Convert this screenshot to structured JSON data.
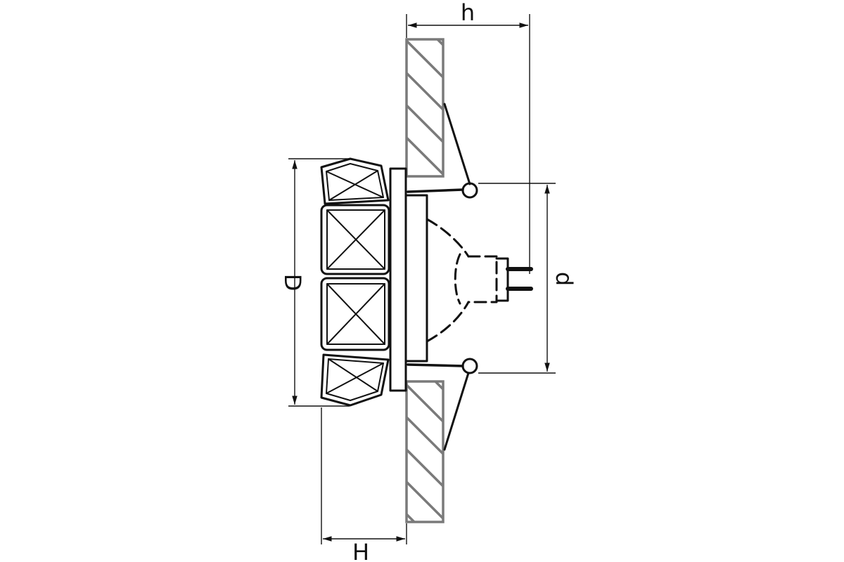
{
  "diagram": {
    "labels": {
      "h": "h",
      "D": "D",
      "d": "d",
      "H": "H"
    },
    "colors": {
      "ink": "#111111",
      "wall": "#7a7a7a",
      "background": "#ffffff"
    }
  }
}
